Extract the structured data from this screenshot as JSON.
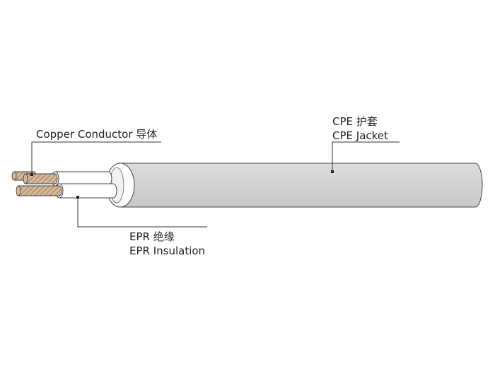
{
  "labels": {
    "jacket_line1": "CPE 护套",
    "jacket_line2": "CPE Jacket",
    "conductor": "Copper Conductor 导体",
    "insulation_line1": "EPR 绝缘",
    "insulation_line2": "EPR Insulation"
  },
  "colors": {
    "jacket_fill": "#d3d3d3",
    "insulation_fill": "#ffffff",
    "copper_fill": "#d4b79a",
    "outline": "#444444",
    "leader_line": "#333333"
  }
}
